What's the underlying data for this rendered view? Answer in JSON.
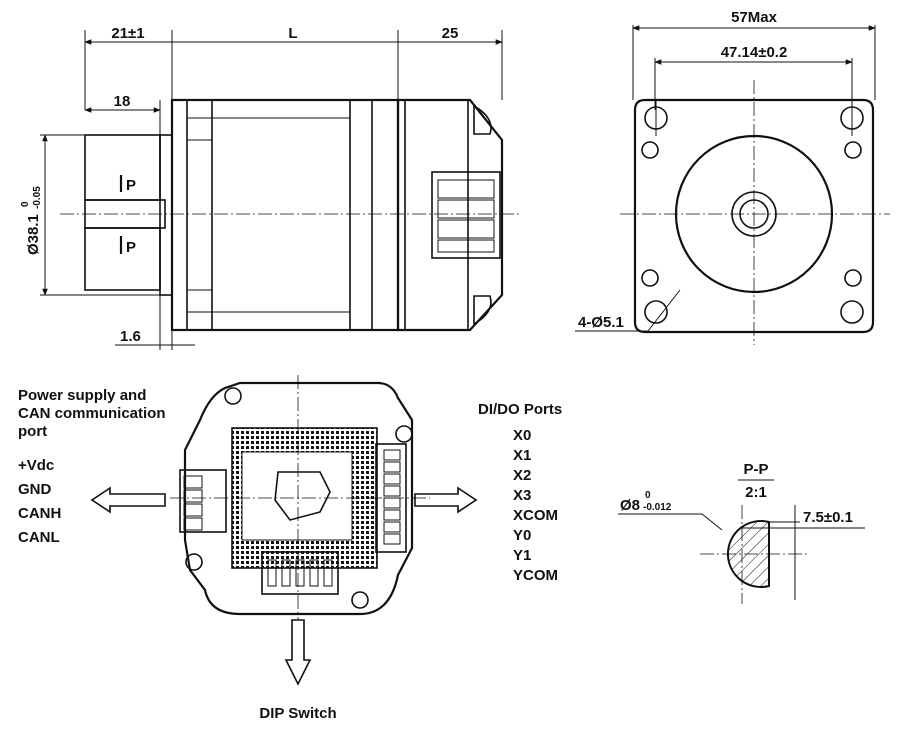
{
  "side_view": {
    "dim_shaft_extension": "21±1",
    "dim_body_length": "L",
    "dim_rear_length": "25",
    "dim_flat_length": "18",
    "dim_boss_diameter": "Ø38.1",
    "dim_boss_tol_upper": "0",
    "dim_boss_tol_lower": "-0.05",
    "dim_boss_thickness": "1.6",
    "section_mark_top": "P",
    "section_mark_bottom": "P"
  },
  "front_view": {
    "dim_overall": "57Max",
    "dim_hole_spacing": "47.14±0.2",
    "dim_holes": "4-Ø5.1"
  },
  "rear_view": {
    "power_port_title_line1": "Power supply and",
    "power_port_title_line2": "CAN communication",
    "power_port_title_line3": "port",
    "power_pins": [
      "+Vdc",
      "GND",
      "CANH",
      "CANL"
    ],
    "io_title": "DI/DO Ports",
    "io_pins": [
      "X0",
      "X1",
      "X2",
      "X3",
      "XCOM",
      "Y0",
      "Y1",
      "YCOM"
    ],
    "dip_label": "DIP Switch"
  },
  "section_view": {
    "title": "P-P",
    "scale": "2:1",
    "dim_shaft_diameter": "Ø8",
    "dim_shaft_tol_upper": "0",
    "dim_shaft_tol_lower": "-0.012",
    "dim_flat_depth": "7.5±0.1"
  }
}
